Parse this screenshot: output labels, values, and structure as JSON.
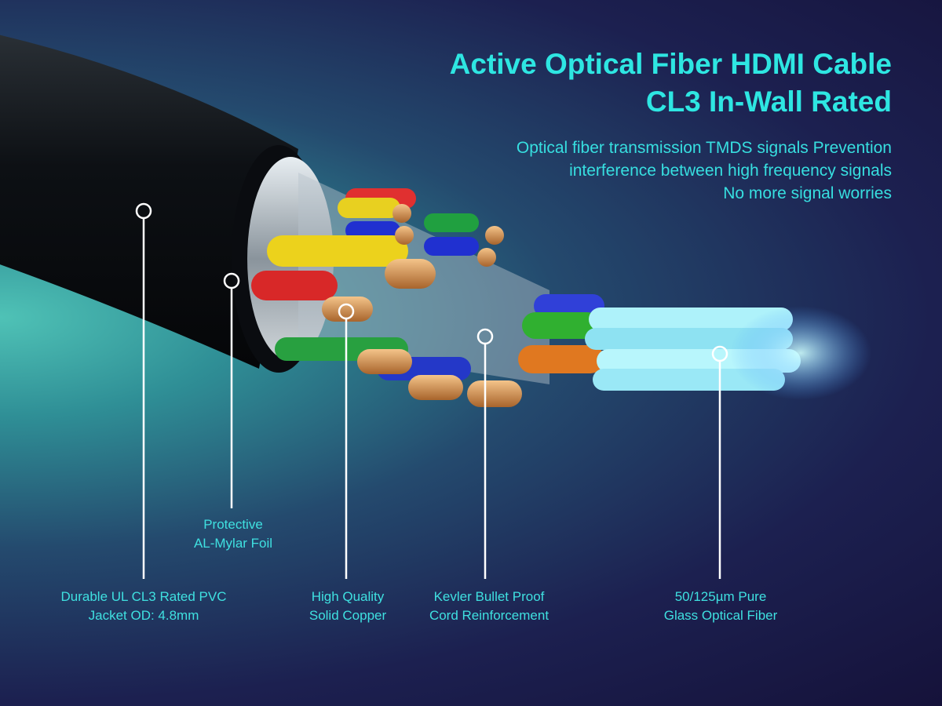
{
  "header": {
    "title_line1": "Active Optical Fiber HDMI Cable",
    "title_line2": "CL3 In-Wall Rated",
    "subtitle_lines": [
      "Optical fiber transmission TMDS signals Prevention",
      "interference between high frequency signals",
      "No more signal worries"
    ]
  },
  "callouts": [
    {
      "line1": "Durable UL CL3 Rated PVC",
      "line2": "Jacket OD: 4.8mm"
    },
    {
      "line1": "Protective",
      "line2": "AL-Mylar Foil"
    },
    {
      "line1": "High Quality",
      "line2": "Solid Copper"
    },
    {
      "line1": "Kevler Bullet Proof",
      "line2": "Cord Reinforcement"
    },
    {
      "line1": "50/125µm Pure",
      "line2": "Glass Optical Fiber"
    }
  ],
  "colors": {
    "accent": "#2ee6e2",
    "jacket": "#0c0f14"
  }
}
